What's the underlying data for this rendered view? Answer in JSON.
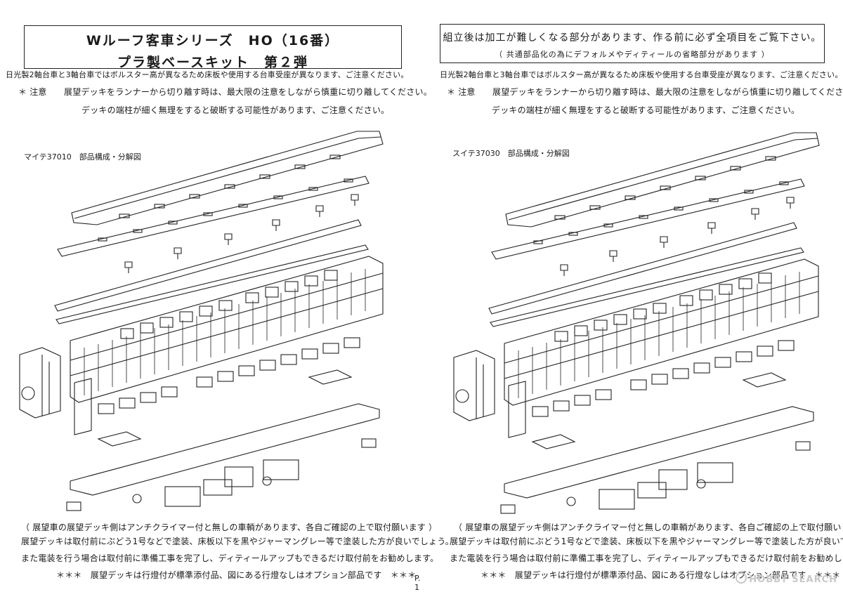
{
  "left_page": {
    "title_line1": "Wルーフ客車シリーズ　HO（16番）",
    "title_line2": "プラ製ベースキット　第２弾",
    "note_bolster": "日光製2軸台車と3軸台車ではボルスター高が異なるため床板や使用する台車受座が異なります、ご注意ください。",
    "note_deck_1": "＊ 注意　　展望デッキをランナーから切り離す時は、最大限の注意をしながら慎重に切り離してください。",
    "note_deck_2": "デッキの端柱が細く無理をすると破断する可能性があります、ご注意ください。",
    "figure_caption": "マイテ37010　部品構成・分解図",
    "footer_1": "（ 展望車の展望デッキ側はアンチクライマー付と無しの車輌があります、各自ご確認の上で取付願います ）",
    "footer_2": "展望デッキは取付前にぶどう1号などで塗装、床板以下を黒やジャーマングレー等で塗装した方が良いでしょう。",
    "footer_3": "また電装を行う場合は取付前に準備工事を完了し、ディティールアップもできるだけ取付前をお勧めします。",
    "footer_4": "＊＊＊　展望デッキは行燈付が標準添付品、図にある行燈なしはオプション部品です　＊＊＊",
    "page_number": "P. 1"
  },
  "right_page": {
    "notice_line1": "組立後は加工が難しくなる部分があります、作る前に必ず全項目をご覧下さい。",
    "notice_line2": "（ 共通部品化の為にデフォルメやディティールの省略部分があります ）",
    "note_bolster": "日光製2軸台車と3軸台車ではボルスター高が異なるため床板や使用する台車受座が異なります、ご注意ください。",
    "note_deck_1": "＊ 注意　　展望デッキをランナーから切り離す時は、最大限の注意をしながら慎重に切り離してください。",
    "note_deck_2": "デッキの端柱が細く無理をすると破断する可能性があります、ご注意ください。",
    "figure_caption": "スイテ37030　部品構成・分解図",
    "footer_1": "（ 展望車の展望デッキ側はアンチクライマー付と無しの車輌があります、各自ご確認の上で取付願います ）",
    "footer_2": "展望デッキは取付前にぶどう1号などで塗装、床板以下を黒やジャーマングレー等で塗装した方が良いでしょう。",
    "footer_3": "また電装を行う場合は取付前に準備工事を完了し、ディティールアップもできるだけ取付前をお勧めします。",
    "footer_4": "＊＊＊　展望デッキは行燈付が標準添付品、図にある行燈なしはオプション部品です　＊＊＊"
  },
  "watermark": "HOBBY SEARCH"
}
